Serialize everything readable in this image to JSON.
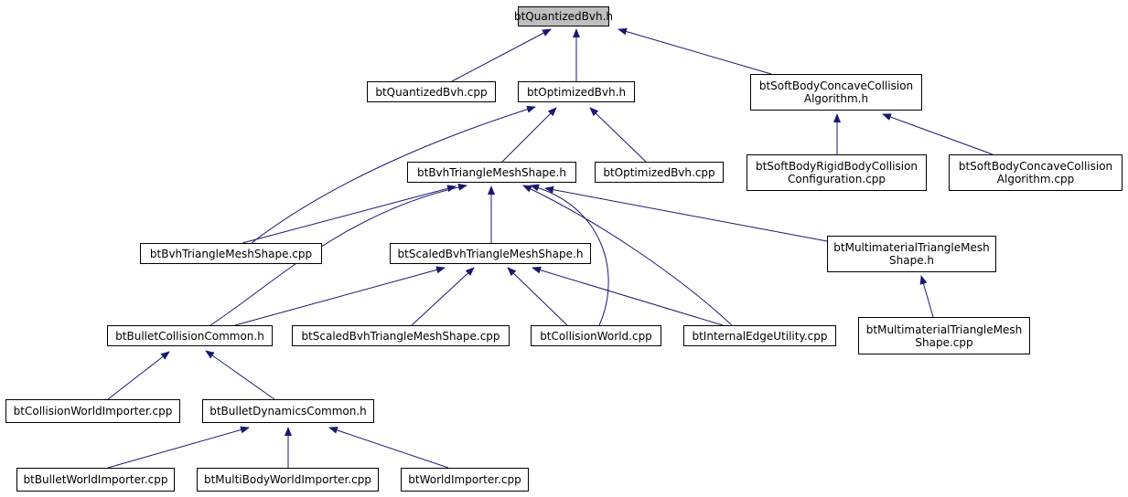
{
  "nodes": {
    "qbvh_h": "btQuantizedBvh.h",
    "qbvh_cpp": "btQuantizedBvh.cpp",
    "obvh_h": "btOptimizedBvh.h",
    "sbcca_h": "btSoftBodyConcaveCollision\nAlgorithm.h",
    "bvhtms_h": "btBvhTriangleMeshShape.h",
    "obvh_cpp": "btOptimizedBvh.cpp",
    "sbrbcc_cpp": "btSoftBodyRigidBodyCollision\nConfiguration.cpp",
    "sbcca_cpp": "btSoftBodyConcaveCollision\nAlgorithm.cpp",
    "bvhtms_cpp": "btBvhTriangleMeshShape.cpp",
    "sbvhtms_h": "btScaledBvhTriangleMeshShape.h",
    "mtms_h": "btMultimaterialTriangleMesh\nShape.h",
    "bcc_h": "btBulletCollisionCommon.h",
    "sbvhtms_cpp": "btScaledBvhTriangleMeshShape.cpp",
    "cw_cpp": "btCollisionWorld.cpp",
    "ieu_cpp": "btInternalEdgeUtility.cpp",
    "mtms_cpp": "btMultimaterialTriangleMesh\nShape.cpp",
    "cwi_cpp": "btCollisionWorldImporter.cpp",
    "bdc_h": "btBulletDynamicsCommon.h",
    "bwi_cpp": "btBulletWorldImporter.cpp",
    "mbwi_cpp": "btMultiBodyWorldImporter.cpp",
    "wi_cpp": "btWorldImporter.cpp"
  },
  "colors": {
    "edge": "#191970",
    "root_fill": "#bfbfbf",
    "node_fill": "#ffffff"
  }
}
